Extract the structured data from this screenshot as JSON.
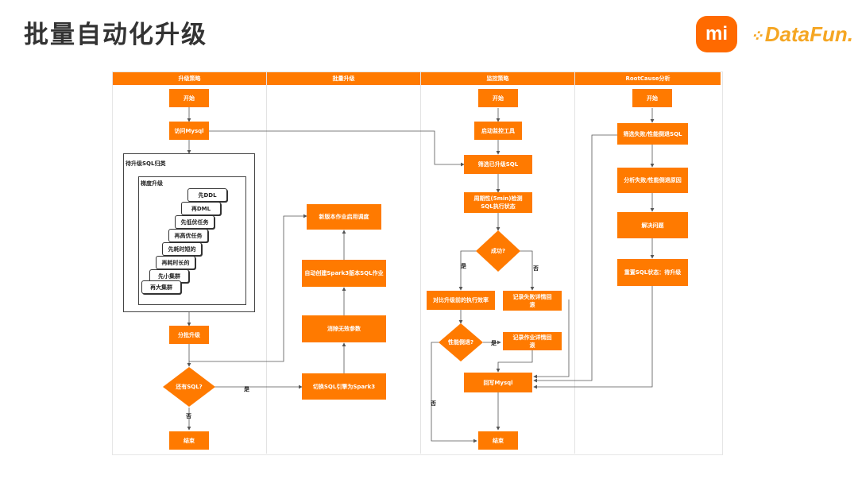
{
  "title": "批量自动化升级",
  "logos": {
    "mi": "mi",
    "datafun": "DataFun."
  },
  "lanes": [
    "升级策略",
    "批量升级",
    "监控策略",
    "RootCause分析"
  ],
  "strategy": {
    "start": "开始",
    "access_mysql": "访问Mysql",
    "frame_title": "待升级SQL归类",
    "granularity_title": "梯度升级",
    "cards": [
      "先DDL",
      "再DML",
      "先低优任务",
      "再高优任务",
      "先耗时短的",
      "再耗时长的",
      "先小集群",
      "再大集群"
    ],
    "batch_upgrade": "分批升级",
    "has_sql": "还有SQL?",
    "yes": "是",
    "no": "否",
    "end": "结束"
  },
  "batch": {
    "switch_engine": "切换SQL引擎为Spark3",
    "remove_params": "消除无效参数",
    "auto_create": "自动创建Spark3版本SQL作业",
    "enable_schedule": "新版本作业启用调度"
  },
  "monitor": {
    "start": "开始",
    "start_tool": "启动监控工具",
    "filter_upgraded": "筛选已升级SQL",
    "periodic_check": "周期性(5min)检测SQL执行状态",
    "success": "成功?",
    "yes": "是",
    "no": "否",
    "compare": "对比升级前的执行效率",
    "record_fail": "记录失败详情回滚",
    "perf_regress": "性能倒退?",
    "yes2": "是",
    "no2": "否",
    "record_job": "记录作业详情回滚",
    "write_back": "回写Mysql",
    "end": "结束"
  },
  "rootcause": {
    "start": "开始",
    "filter_failed": "筛选失败/性能倒退SQL",
    "analyze": "分析失败/性能倒退原因",
    "solve": "解决问题",
    "reset": "重置SQL状态：待升级"
  },
  "colors": {
    "accent": "#ff7a00",
    "line": "#555555"
  }
}
